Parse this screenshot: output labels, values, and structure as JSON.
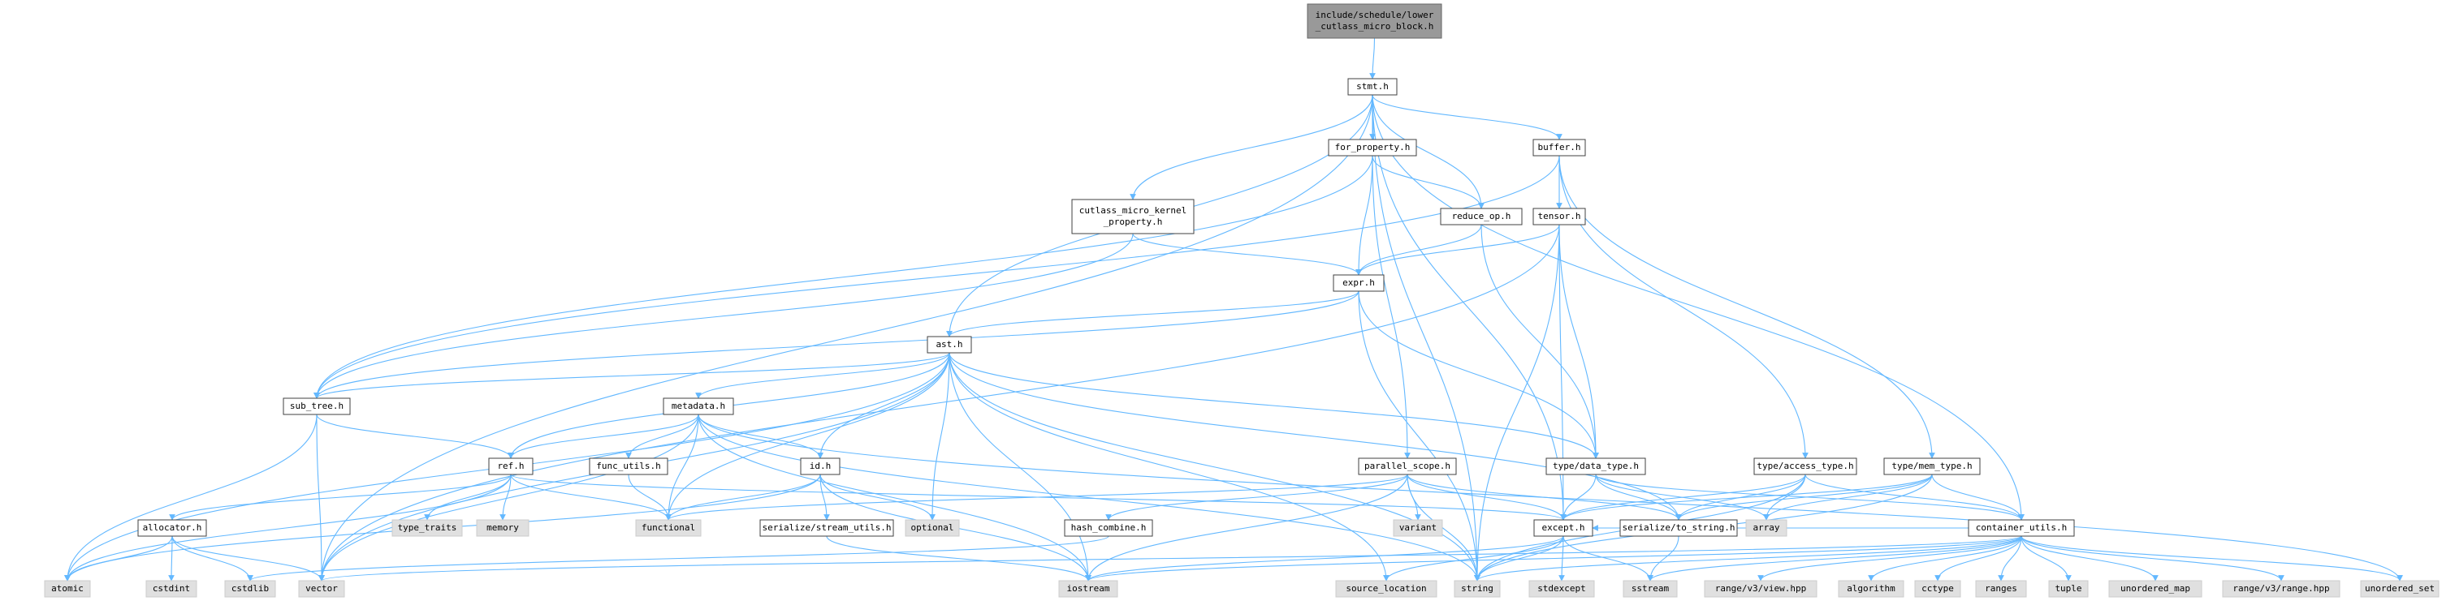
{
  "graph": {
    "edge_color": "#63b8ff",
    "nodes": [
      {
        "id": "root",
        "label": [
          "include/schedule/lower",
          "_cutlass_micro_block.h"
        ],
        "kind": "root"
      },
      {
        "id": "stmt",
        "label": [
          "stmt.h"
        ],
        "kind": "file"
      },
      {
        "id": "for_property",
        "label": [
          "for_property.h"
        ],
        "kind": "file"
      },
      {
        "id": "buffer",
        "label": [
          "buffer.h"
        ],
        "kind": "file"
      },
      {
        "id": "cutlass_prop",
        "label": [
          "cutlass_micro_kernel",
          "_property.h"
        ],
        "kind": "file"
      },
      {
        "id": "reduce_op",
        "label": [
          "reduce_op.h"
        ],
        "kind": "file"
      },
      {
        "id": "tensor",
        "label": [
          "tensor.h"
        ],
        "kind": "file"
      },
      {
        "id": "expr",
        "label": [
          "expr.h"
        ],
        "kind": "file"
      },
      {
        "id": "ast",
        "label": [
          "ast.h"
        ],
        "kind": "file"
      },
      {
        "id": "sub_tree",
        "label": [
          "sub_tree.h"
        ],
        "kind": "file"
      },
      {
        "id": "metadata",
        "label": [
          "metadata.h"
        ],
        "kind": "file"
      },
      {
        "id": "ref",
        "label": [
          "ref.h"
        ],
        "kind": "file"
      },
      {
        "id": "func_utils",
        "label": [
          "func_utils.h"
        ],
        "kind": "file"
      },
      {
        "id": "id",
        "label": [
          "id.h"
        ],
        "kind": "file"
      },
      {
        "id": "parallel_scope",
        "label": [
          "parallel_scope.h"
        ],
        "kind": "file"
      },
      {
        "id": "data_type",
        "label": [
          "type/data_type.h"
        ],
        "kind": "file"
      },
      {
        "id": "access_type",
        "label": [
          "type/access_type.h"
        ],
        "kind": "file"
      },
      {
        "id": "mem_type",
        "label": [
          "type/mem_type.h"
        ],
        "kind": "file"
      },
      {
        "id": "allocator",
        "label": [
          "allocator.h"
        ],
        "kind": "file"
      },
      {
        "id": "serialize_stream",
        "label": [
          "serialize/stream_utils.h"
        ],
        "kind": "file"
      },
      {
        "id": "hash_combine",
        "label": [
          "hash_combine.h"
        ],
        "kind": "file"
      },
      {
        "id": "except",
        "label": [
          "except.h"
        ],
        "kind": "file"
      },
      {
        "id": "serialize_to_string",
        "label": [
          "serialize/to_string.h"
        ],
        "kind": "file"
      },
      {
        "id": "container_utils",
        "label": [
          "container_utils.h"
        ],
        "kind": "file"
      },
      {
        "id": "type_traits",
        "label": [
          "type_traits"
        ],
        "kind": "sys"
      },
      {
        "id": "memory",
        "label": [
          "memory"
        ],
        "kind": "sys"
      },
      {
        "id": "functional",
        "label": [
          "functional"
        ],
        "kind": "sys"
      },
      {
        "id": "optional",
        "label": [
          "optional"
        ],
        "kind": "sys"
      },
      {
        "id": "variant",
        "label": [
          "variant"
        ],
        "kind": "sys"
      },
      {
        "id": "array",
        "label": [
          "array"
        ],
        "kind": "sys"
      },
      {
        "id": "atomic",
        "label": [
          "atomic"
        ],
        "kind": "sys"
      },
      {
        "id": "cstdint",
        "label": [
          "cstdint"
        ],
        "kind": "sys"
      },
      {
        "id": "cstdlib",
        "label": [
          "cstdlib"
        ],
        "kind": "sys"
      },
      {
        "id": "vector",
        "label": [
          "vector"
        ],
        "kind": "sys"
      },
      {
        "id": "iostream",
        "label": [
          "iostream"
        ],
        "kind": "sys"
      },
      {
        "id": "source_location",
        "label": [
          "source_location"
        ],
        "kind": "sys"
      },
      {
        "id": "string",
        "label": [
          "string"
        ],
        "kind": "sys"
      },
      {
        "id": "stdexcept",
        "label": [
          "stdexcept"
        ],
        "kind": "sys"
      },
      {
        "id": "sstream",
        "label": [
          "sstream"
        ],
        "kind": "sys"
      },
      {
        "id": "range_view",
        "label": [
          "range/v3/view.hpp"
        ],
        "kind": "sys"
      },
      {
        "id": "algorithm",
        "label": [
          "algorithm"
        ],
        "kind": "sys"
      },
      {
        "id": "cctype",
        "label": [
          "cctype"
        ],
        "kind": "sys"
      },
      {
        "id": "ranges",
        "label": [
          "ranges"
        ],
        "kind": "sys"
      },
      {
        "id": "tuple",
        "label": [
          "tuple"
        ],
        "kind": "sys"
      },
      {
        "id": "unordered_map",
        "label": [
          "unordered_map"
        ],
        "kind": "sys"
      },
      {
        "id": "range_range",
        "label": [
          "range/v3/range.hpp"
        ],
        "kind": "sys"
      },
      {
        "id": "unordered_set",
        "label": [
          "unordered_set"
        ],
        "kind": "sys"
      }
    ],
    "edges": [
      [
        "root",
        "stmt"
      ],
      [
        "stmt",
        "for_property"
      ],
      [
        "stmt",
        "buffer"
      ],
      [
        "stmt",
        "cutlass_prop"
      ],
      [
        "stmt",
        "reduce_op"
      ],
      [
        "stmt",
        "ast"
      ],
      [
        "stmt",
        "vector"
      ],
      [
        "stmt",
        "string"
      ],
      [
        "stmt",
        "except"
      ],
      [
        "stmt",
        "container_utils"
      ],
      [
        "for_property",
        "expr"
      ],
      [
        "for_property",
        "reduce_op"
      ],
      [
        "for_property",
        "sub_tree"
      ],
      [
        "for_property",
        "parallel_scope"
      ],
      [
        "buffer",
        "tensor"
      ],
      [
        "buffer",
        "sub_tree"
      ],
      [
        "buffer",
        "access_type"
      ],
      [
        "buffer",
        "mem_type"
      ],
      [
        "cutlass_prop",
        "expr"
      ],
      [
        "cutlass_prop",
        "sub_tree"
      ],
      [
        "reduce_op",
        "expr"
      ],
      [
        "reduce_op",
        "data_type"
      ],
      [
        "tensor",
        "expr"
      ],
      [
        "tensor",
        "data_type"
      ],
      [
        "tensor",
        "string"
      ],
      [
        "tensor",
        "except"
      ],
      [
        "tensor",
        "vector"
      ],
      [
        "expr",
        "ast"
      ],
      [
        "expr",
        "data_type"
      ],
      [
        "expr",
        "string"
      ],
      [
        "expr",
        "sub_tree"
      ],
      [
        "ast",
        "sub_tree"
      ],
      [
        "ast",
        "metadata"
      ],
      [
        "ast",
        "ref"
      ],
      [
        "ast",
        "id"
      ],
      [
        "ast",
        "data_type"
      ],
      [
        "ast",
        "functional"
      ],
      [
        "ast",
        "optional"
      ],
      [
        "ast",
        "iostream"
      ],
      [
        "ast",
        "string"
      ],
      [
        "ast",
        "source_location"
      ],
      [
        "ast",
        "atomic"
      ],
      [
        "ast",
        "serialize_to_string"
      ],
      [
        "ast",
        "vector"
      ],
      [
        "sub_tree",
        "ref"
      ],
      [
        "sub_tree",
        "vector"
      ],
      [
        "sub_tree",
        "atomic"
      ],
      [
        "metadata",
        "ref"
      ],
      [
        "metadata",
        "func_utils"
      ],
      [
        "metadata",
        "id"
      ],
      [
        "metadata",
        "functional"
      ],
      [
        "metadata",
        "iostream"
      ],
      [
        "metadata",
        "vector"
      ],
      [
        "metadata",
        "string"
      ],
      [
        "metadata",
        "unordered_set"
      ],
      [
        "ref",
        "allocator"
      ],
      [
        "ref",
        "type_traits"
      ],
      [
        "ref",
        "memory"
      ],
      [
        "ref",
        "functional"
      ],
      [
        "ref",
        "except"
      ],
      [
        "ref",
        "atomic"
      ],
      [
        "func_utils",
        "functional"
      ],
      [
        "id",
        "serialize_stream"
      ],
      [
        "id",
        "functional"
      ],
      [
        "id",
        "optional"
      ],
      [
        "id",
        "iostream"
      ],
      [
        "id",
        "atomic"
      ],
      [
        "parallel_scope",
        "hash_combine"
      ],
      [
        "parallel_scope",
        "except"
      ],
      [
        "parallel_scope",
        "serialize_to_string"
      ],
      [
        "parallel_scope",
        "variant"
      ],
      [
        "parallel_scope",
        "string"
      ],
      [
        "parallel_scope",
        "iostream"
      ],
      [
        "parallel_scope",
        "functional"
      ],
      [
        "data_type",
        "except"
      ],
      [
        "data_type",
        "serialize_to_string"
      ],
      [
        "data_type",
        "container_utils"
      ],
      [
        "data_type",
        "array"
      ],
      [
        "access_type",
        "except"
      ],
      [
        "access_type",
        "serialize_to_string"
      ],
      [
        "access_type",
        "container_utils"
      ],
      [
        "access_type",
        "array"
      ],
      [
        "access_type",
        "string"
      ],
      [
        "mem_type",
        "except"
      ],
      [
        "mem_type",
        "serialize_to_string"
      ],
      [
        "mem_type",
        "container_utils"
      ],
      [
        "mem_type",
        "array"
      ],
      [
        "mem_type",
        "string"
      ],
      [
        "allocator",
        "atomic"
      ],
      [
        "allocator",
        "cstdint"
      ],
      [
        "allocator",
        "cstdlib"
      ],
      [
        "allocator",
        "vector"
      ],
      [
        "serialize_stream",
        "iostream"
      ],
      [
        "hash_combine",
        "cstdlib"
      ],
      [
        "except",
        "string"
      ],
      [
        "except",
        "stdexcept"
      ],
      [
        "except",
        "sstream"
      ],
      [
        "except",
        "iostream"
      ],
      [
        "except",
        "source_location"
      ],
      [
        "serialize_to_string",
        "sstream"
      ],
      [
        "container_utils",
        "iostream"
      ],
      [
        "container_utils",
        "except"
      ],
      [
        "container_utils",
        "range_view"
      ],
      [
        "container_utils",
        "algorithm"
      ],
      [
        "container_utils",
        "cctype"
      ],
      [
        "container_utils",
        "ranges"
      ],
      [
        "container_utils",
        "tuple"
      ],
      [
        "container_utils",
        "unordered_map"
      ],
      [
        "container_utils",
        "range_range"
      ],
      [
        "container_utils",
        "unordered_set"
      ],
      [
        "container_utils",
        "vector"
      ],
      [
        "container_utils",
        "string"
      ],
      [
        "container_utils",
        "sstream"
      ]
    ]
  }
}
